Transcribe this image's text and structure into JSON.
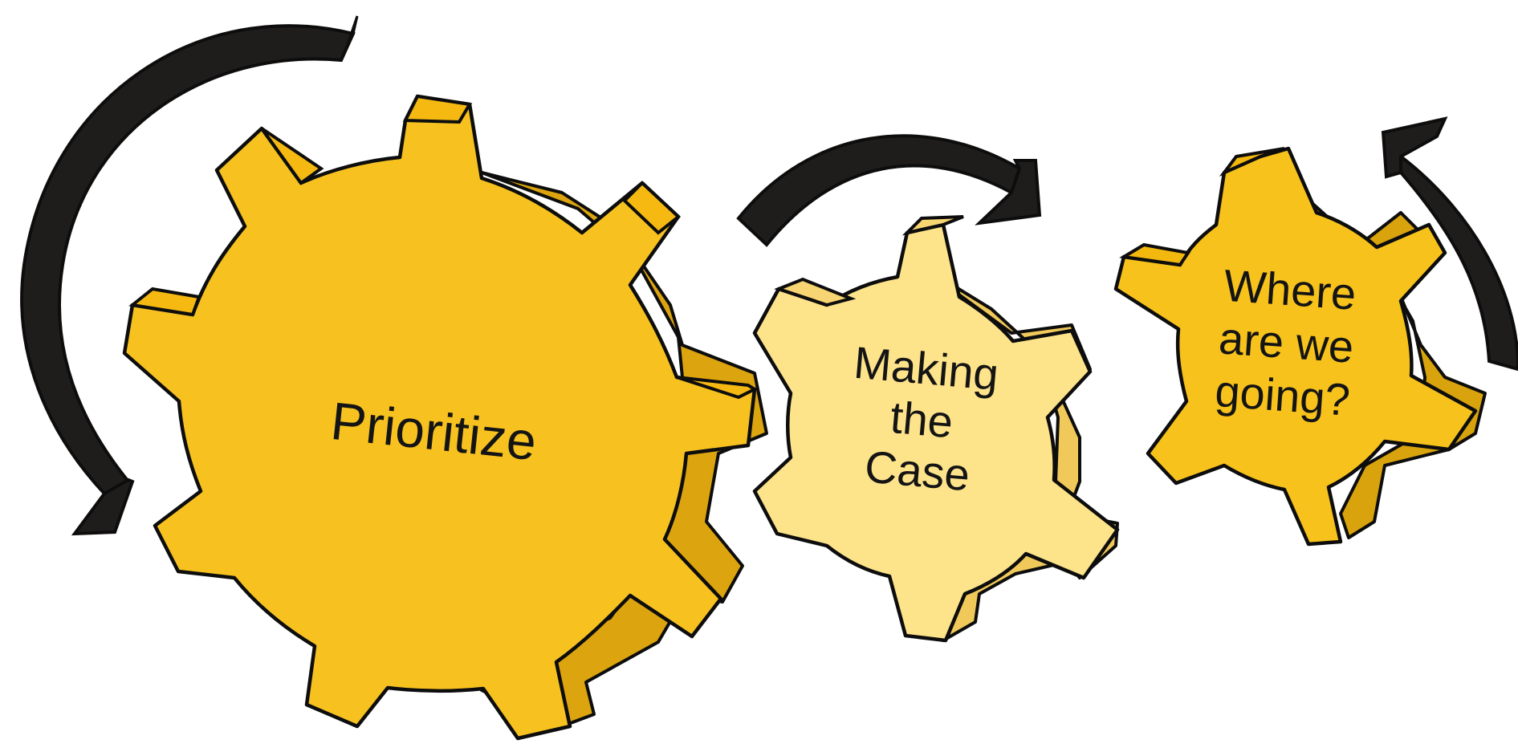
{
  "diagram": {
    "gears": [
      {
        "id": "prioritize",
        "label_lines": [
          "Prioritize"
        ]
      },
      {
        "id": "making-the-case",
        "label_lines": [
          "Making",
          "the",
          "Case"
        ]
      },
      {
        "id": "where-are-we-going",
        "label_lines": [
          "Where",
          "are we",
          "going?"
        ]
      }
    ],
    "arrows": [
      {
        "id": "large-arrow",
        "direction": "counterclockwise"
      },
      {
        "id": "middle-arrow",
        "direction": "clockwise"
      },
      {
        "id": "right-arrow",
        "direction": "counterclockwise"
      }
    ],
    "colors": {
      "gear_large": "#f7c220",
      "gear_large_side": "#dca40f",
      "gear_middle": "#fde38a",
      "gear_middle_side": "#f0c95a",
      "gear_right": "#f7c21b",
      "gear_right_side": "#d9a30d",
      "arrow": "#1f1c1c",
      "arrow_side": "#3a3535",
      "outline": "#0d0d0d"
    }
  }
}
